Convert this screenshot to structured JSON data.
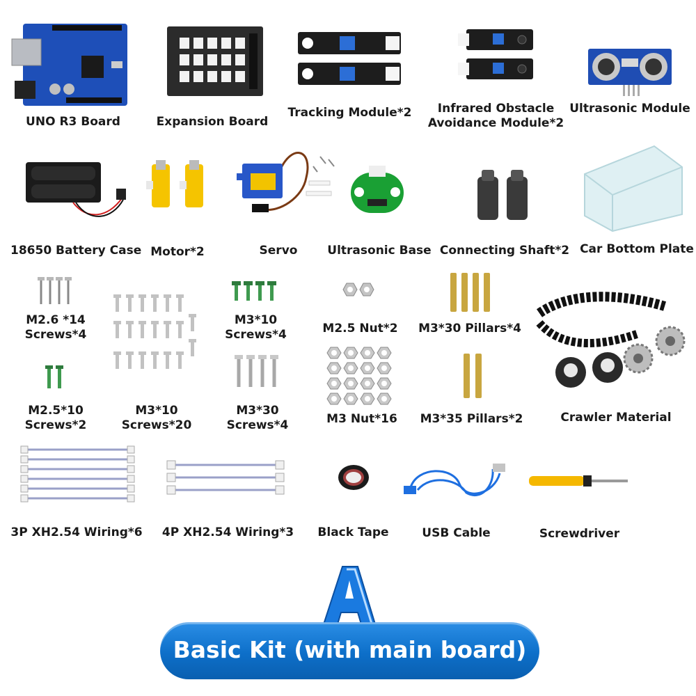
{
  "items": [
    {
      "key": "uno",
      "label": "UNO R3 Board"
    },
    {
      "key": "expansion",
      "label": "Expansion Board"
    },
    {
      "key": "tracking",
      "label": "Tracking Module*2"
    },
    {
      "key": "infrared",
      "label": "Infrared Obstacle\nAvoidance Module*2"
    },
    {
      "key": "ultrasonic",
      "label": "Ultrasonic Module"
    },
    {
      "key": "battery",
      "label": "18650 Battery Case"
    },
    {
      "key": "motor",
      "label": "Motor*2"
    },
    {
      "key": "servo",
      "label": "Servo"
    },
    {
      "key": "ultra_base",
      "label": "Ultrasonic Base"
    },
    {
      "key": "shaft",
      "label": "Connecting Shaft*2"
    },
    {
      "key": "plate",
      "label": "Car Bottom Plate"
    },
    {
      "key": "m26",
      "label": "M2.6 *14\nScrews*4"
    },
    {
      "key": "m310a",
      "label": "M3*10\nScrews*4"
    },
    {
      "key": "m25nut",
      "label": "M2.5 Nut*2"
    },
    {
      "key": "p30",
      "label": "M3*30 Pillars*4"
    },
    {
      "key": "m25s",
      "label": "M2.5*10\nScrews*2"
    },
    {
      "key": "m310b",
      "label": "M3*10\nScrews*20"
    },
    {
      "key": "m330",
      "label": "M3*30\nScrews*4"
    },
    {
      "key": "m3nut",
      "label": "M3 Nut*16"
    },
    {
      "key": "p35",
      "label": "M3*35 Pillars*2"
    },
    {
      "key": "crawler",
      "label": "Crawler Material"
    },
    {
      "key": "w3p",
      "label": "3P XH2.54 Wiring*6"
    },
    {
      "key": "w4p",
      "label": "4P XH2.54 Wiring*3"
    },
    {
      "key": "tape",
      "label": "Black Tape"
    },
    {
      "key": "usb",
      "label": "USB Cable"
    },
    {
      "key": "driver",
      "label": "Screwdriver"
    }
  ],
  "kit_letter": "A",
  "banner": "Basic Kit (with main board)",
  "colors": {
    "banner": "#0d6fc9",
    "pcb_blue": "#1e4fb8",
    "pcb_green": "#1aa034",
    "brass": "#c8a640",
    "motor_yellow": "#f5c400"
  }
}
